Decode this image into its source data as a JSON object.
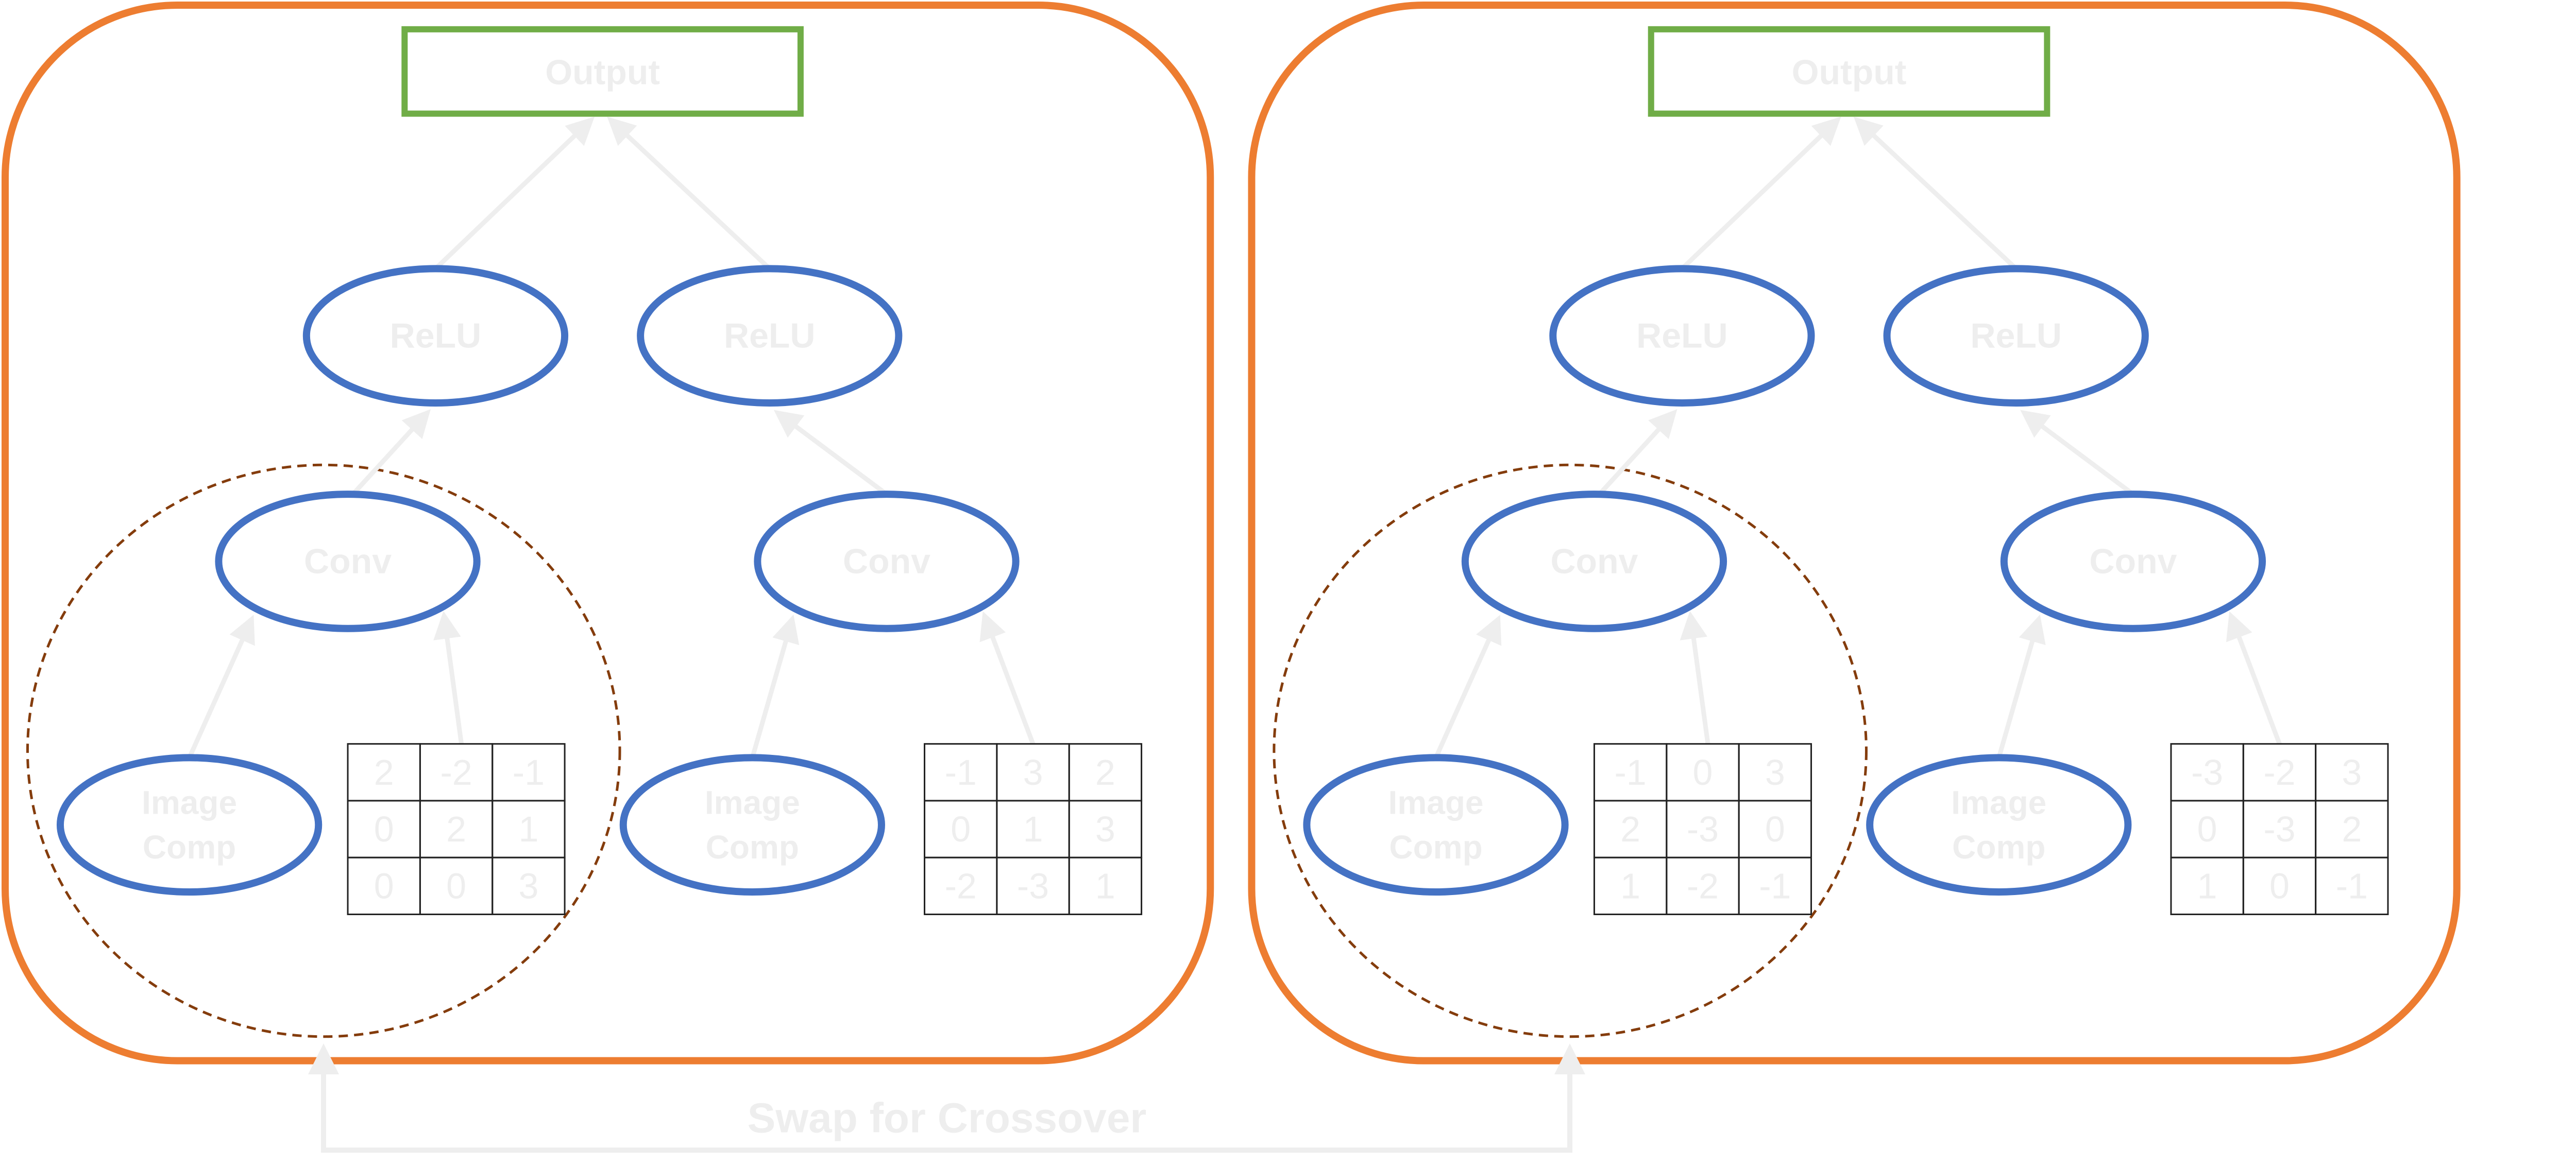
{
  "colors": {
    "tree_border": "#ED7D31",
    "output_border": "#70AD47",
    "node_border": "#4472C4",
    "edge": "#EEEEEE",
    "label_text": "#EEEEEE",
    "subtree_circle": "#843C0C",
    "matrix_border": "#222222"
  },
  "trees": [
    {
      "output_label": "Output",
      "relu_labels": [
        "ReLU",
        "ReLU"
      ],
      "conv_labels": [
        "Conv",
        "Conv"
      ],
      "image_comp_labels": [
        [
          "Image",
          "Comp"
        ],
        [
          "Image",
          "Comp"
        ]
      ],
      "kernels": [
        [
          [
            "2",
            "-2",
            "-1"
          ],
          [
            "0",
            "2",
            "1"
          ],
          [
            "0",
            "0",
            "3"
          ]
        ],
        [
          [
            "-1",
            "3",
            "2"
          ],
          [
            "0",
            "1",
            "3"
          ],
          [
            "-2",
            "-3",
            "1"
          ]
        ]
      ]
    },
    {
      "output_label": "Output",
      "relu_labels": [
        "ReLU",
        "ReLU"
      ],
      "conv_labels": [
        "Conv",
        "Conv"
      ],
      "image_comp_labels": [
        [
          "Image",
          "Comp"
        ],
        [
          "Image",
          "Comp"
        ]
      ],
      "kernels": [
        [
          [
            "-1",
            "0",
            "3"
          ],
          [
            "2",
            "-3",
            "0"
          ],
          [
            "1",
            "-2",
            "-1"
          ]
        ],
        [
          [
            "-3",
            "-2",
            "3"
          ],
          [
            "0",
            "-3",
            "2"
          ],
          [
            "1",
            "0",
            "-1"
          ]
        ]
      ]
    }
  ],
  "swap_label": "Swap for Crossover"
}
